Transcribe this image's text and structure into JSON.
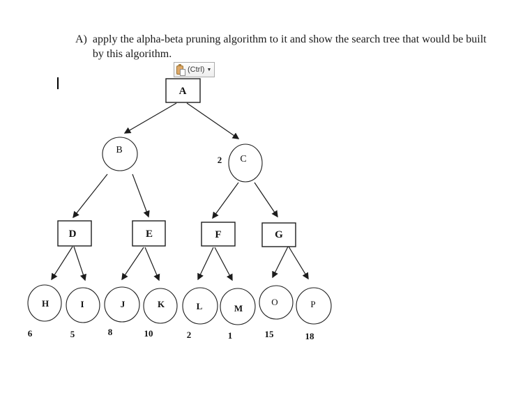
{
  "instruction": {
    "marker": "A)",
    "line1": "apply the alpha-beta pruning algorithm to it and show the search tree that would be built",
    "line2": "by this algorithm."
  },
  "paste_button": {
    "label": "(Ctrl)",
    "dropdown_glyph": "▼"
  },
  "colors": {
    "ink": "#1c1c1c",
    "clipboard_tan": "#dfa968",
    "button_border": "#ababab"
  },
  "tree": {
    "nodes": {
      "A": {
        "label": "A"
      },
      "B": {
        "label": "B"
      },
      "C": {
        "label": "C",
        "annotation": "2"
      },
      "D": {
        "label": "D"
      },
      "E": {
        "label": "E"
      },
      "F": {
        "label": "F"
      },
      "G": {
        "label": "G"
      },
      "H": {
        "label": "H",
        "value": "6"
      },
      "I": {
        "label": "I",
        "value": "5"
      },
      "J": {
        "label": "J",
        "value": "8"
      },
      "K": {
        "label": "K",
        "value": "10"
      },
      "L": {
        "label": "L",
        "value": "2"
      },
      "M": {
        "label": "M",
        "value": "1"
      },
      "O": {
        "label": "O",
        "value": "15"
      },
      "P": {
        "label": "P",
        "value": "18"
      }
    },
    "edges": [
      "A-B",
      "A-C",
      "B-D",
      "B-E",
      "C-F",
      "C-G",
      "D-H",
      "D-I",
      "E-J",
      "E-K",
      "F-L",
      "F-M",
      "G-O",
      "G-P"
    ]
  }
}
